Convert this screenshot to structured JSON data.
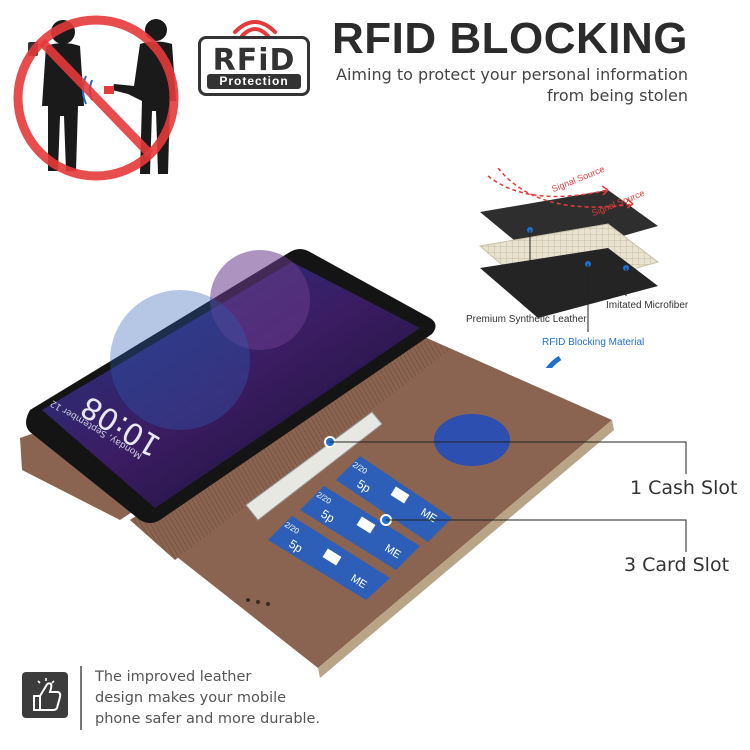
{
  "badge": {
    "rfid_text": "RFiD",
    "protection_text": "Protection"
  },
  "heading": {
    "title": "RFID BLOCKING",
    "subtitle_lines": [
      "Aiming to protect your personal information",
      "from being stolen"
    ]
  },
  "layers": {
    "signal_source_1": "Signal Source",
    "signal_source_2": "Signal Source",
    "premium_leather": "Premium Synthetic Leather",
    "microfiber": "Imitated Microfiber",
    "blocking_material": "RFID Blocking Material"
  },
  "phone": {
    "time": "10:08",
    "date": "Monday, September 12"
  },
  "cards": {
    "card_text_top": "5p",
    "card_expiry": "2/20",
    "card_brand": "ME"
  },
  "callouts": {
    "cash_slot": "1 Cash Slot",
    "card_slot": "3 Card Slot"
  },
  "bottom": {
    "lines": [
      "The improved leather",
      "design makes your mobile",
      "phone safer and more durable."
    ]
  },
  "colors": {
    "leather": "#8a6450",
    "leather_dark": "#6e4c3b",
    "prohibit_red": "#e53a3a",
    "accent_blue": "#1f6fd0",
    "phone_black": "#141414"
  },
  "icons": {
    "badge_waves": "wifi-signal-icon",
    "thumb": "thumbs-up-icon",
    "refresh_arrow": "curved-arrow-icon"
  }
}
